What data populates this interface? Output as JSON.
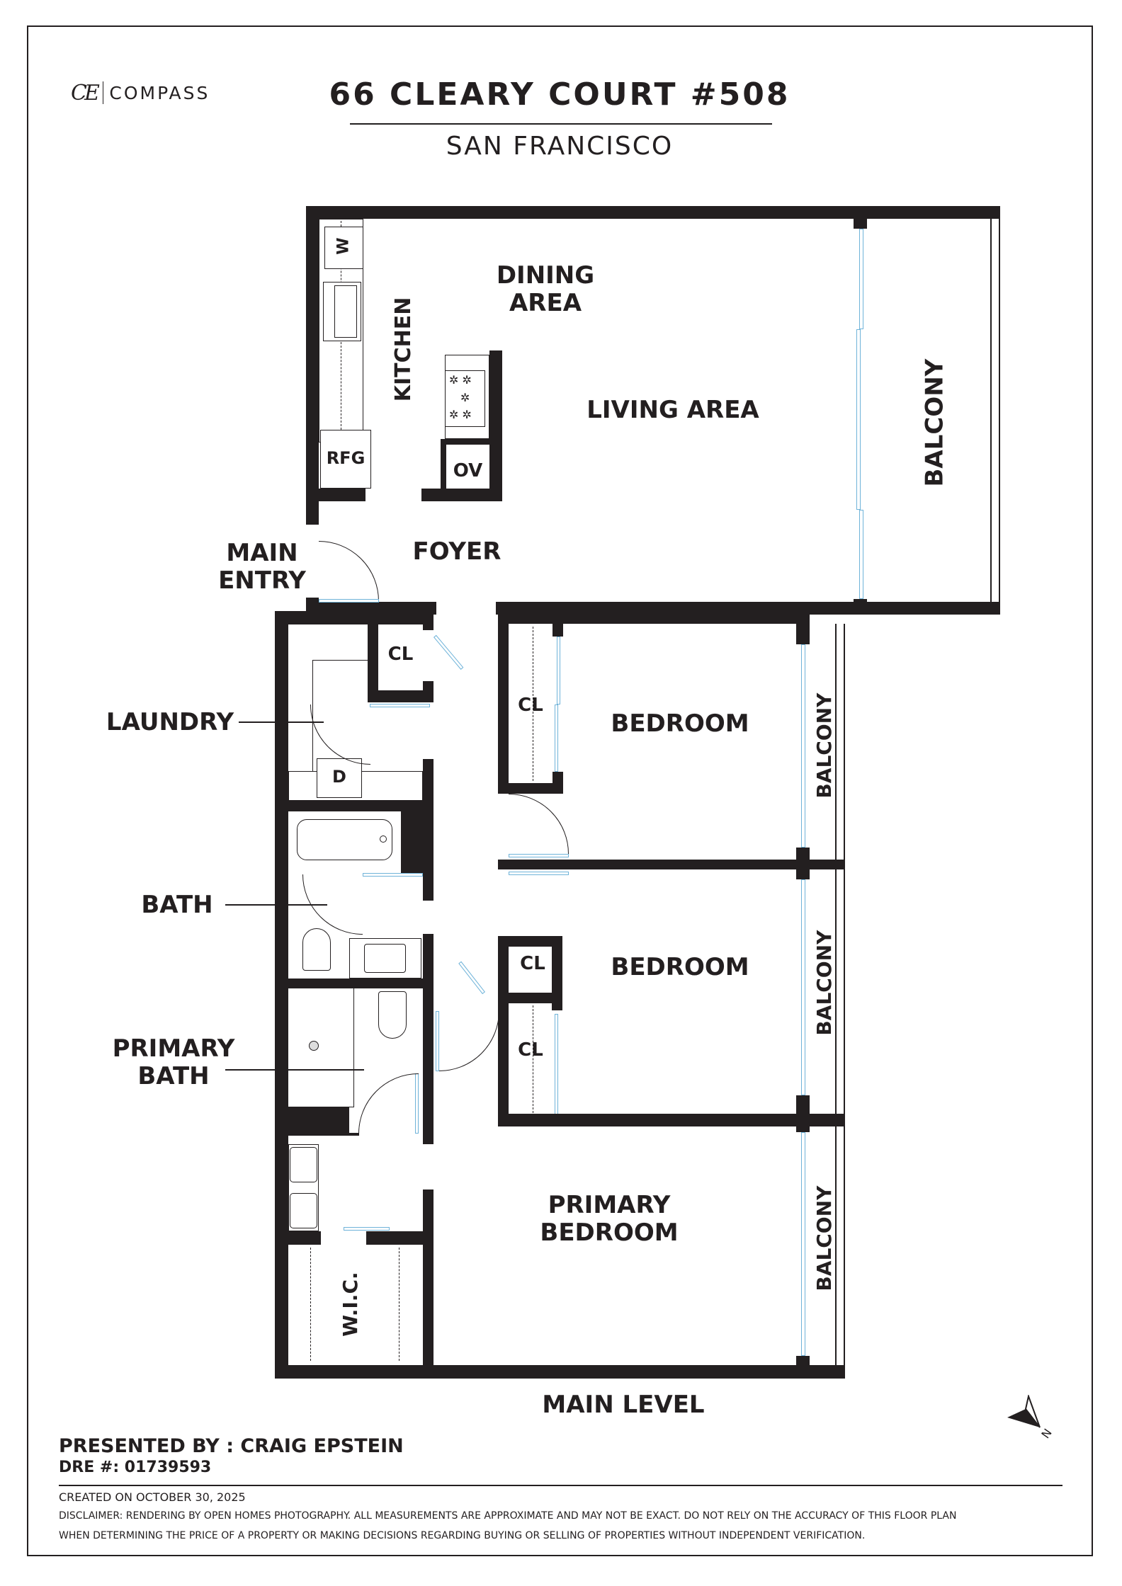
{
  "header": {
    "brand_mark": "CE",
    "brand_name": "COMPASS",
    "address": "66 CLEARY COURT #508",
    "city": "SAN FRANCISCO"
  },
  "rooms": {
    "dining_area": [
      "DINING",
      "AREA"
    ],
    "living_area": "LIVING AREA",
    "kitchen": "KITCHEN",
    "balcony_main": "BALCONY",
    "foyer": "FOYER",
    "main_entry": [
      "MAIN",
      "ENTRY"
    ],
    "laundry": "LAUNDRY",
    "bath": "BATH",
    "primary_bath": [
      "PRIMARY",
      "BATH"
    ],
    "bedroom_1": "BEDROOM",
    "bedroom_2": "BEDROOM",
    "primary_bedroom": [
      "PRIMARY",
      "BEDROOM"
    ],
    "balcony_bed1": "BALCONY",
    "balcony_bed2": "BALCONY",
    "balcony_primary": "BALCONY",
    "wic": "W.I.C.",
    "closets": [
      "CL",
      "CL",
      "CL",
      "CL"
    ],
    "level": "MAIN LEVEL"
  },
  "appliances": {
    "washer": "W",
    "refrigerator": "RFG",
    "oven": "OV",
    "dryer": "D"
  },
  "compass": {
    "label": "N"
  },
  "footer": {
    "presented_by": "PRESENTED BY : CRAIG EPSTEIN",
    "dre": "DRE #: 01739593",
    "created": "CREATED ON OCTOBER 30, 2025",
    "disclaimer_line1": "DISCLAIMER: RENDERING BY OPEN HOMES PHOTOGRAPHY. ALL MEASUREMENTS ARE APPROXIMATE AND MAY NOT BE EXACT. DO NOT RELY ON THE ACCURACY OF THIS FLOOR PLAN",
    "disclaimer_line2": "WHEN DETERMINING THE PRICE OF A PROPERTY OR MAKING DECISIONS REGARDING BUYING OR SELLING OF PROPERTIES WITHOUT INDEPENDENT VERIFICATION."
  },
  "colors": {
    "wall": "#231f20",
    "glass": "#6fb3d9",
    "background": "#ffffff"
  }
}
